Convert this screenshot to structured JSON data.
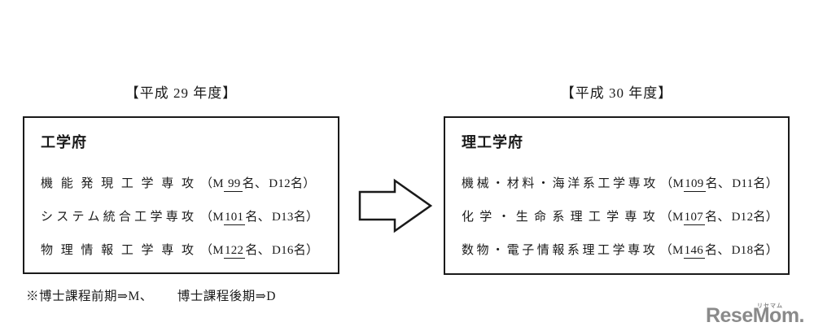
{
  "palette": {
    "background": "#ffffff",
    "ink": "#1a1a1a",
    "logo_gray": "#8a8a8a"
  },
  "headers": {
    "left_year": "【平成 29 年度】",
    "right_year": "【平成 30 年度】"
  },
  "left_box": {
    "title": "工学府",
    "rows": [
      {
        "name": "機能発現工学専攻",
        "m_open": "（M",
        "m_num": " 99",
        "after_m": "名、",
        "d": "D12",
        "close": "名）"
      },
      {
        "name": "システム統合工学専攻",
        "m_open": "（M",
        "m_num": "101",
        "after_m": "名、",
        "d": "D13",
        "close": "名）"
      },
      {
        "name": "物理情報工学専攻",
        "m_open": "（M",
        "m_num": "122",
        "after_m": "名、",
        "d": "D16",
        "close": "名）"
      }
    ]
  },
  "right_box": {
    "title": "理工学府",
    "rows": [
      {
        "name": "機械・材料・海洋系工学専攻",
        "m_open": "（M",
        "m_num": "109",
        "after_m": "名、",
        "d": "D11",
        "close": "名）"
      },
      {
        "name": "化学・生命系理工学専攻",
        "m_open": "（M",
        "m_num": "107",
        "after_m": "名、",
        "d": "D12",
        "close": "名）"
      },
      {
        "name": "数物・電子情報系理工学専攻",
        "m_open": "（M",
        "m_num": "146",
        "after_m": "名、",
        "d": "D18",
        "close": "名）"
      }
    ]
  },
  "footnote": {
    "part1": "※博士課程前期⇒M、",
    "part2": "博士課程後期⇒D"
  },
  "logo": {
    "text": "ReseMom.",
    "ruby": "リセマム"
  }
}
